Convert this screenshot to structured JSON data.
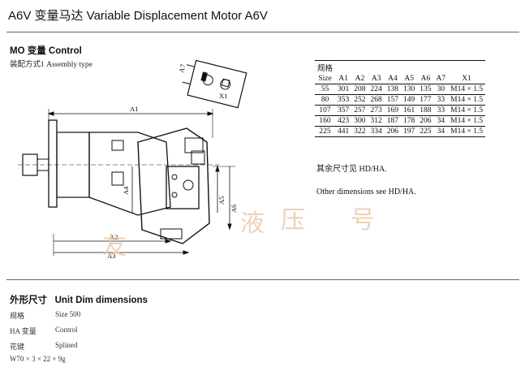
{
  "header": {
    "title": "A6V 变量马达 Variable Displacement Motor A6V"
  },
  "control": {
    "heading": "MO 变量 Control",
    "assembly_type": "装配方式1 Assembly type"
  },
  "drawing": {
    "labels": [
      "A1",
      "A2",
      "A3",
      "A4",
      "A5",
      "A6",
      "A7",
      "X1"
    ]
  },
  "table": {
    "header_label": "规格",
    "size_label": "Size",
    "columns": [
      "A1",
      "A2",
      "A3",
      "A4",
      "A5",
      "A6",
      "A7",
      "X1"
    ],
    "rows": [
      [
        "55",
        "301",
        "208",
        "224",
        "138",
        "130",
        "135",
        "30",
        "M14 × 1.5"
      ],
      [
        "80",
        "353",
        "252",
        "268",
        "157",
        "149",
        "177",
        "33",
        "M14 × 1.5"
      ],
      [
        "107",
        "357",
        "257",
        "273",
        "169",
        "161",
        "188",
        "33",
        "M14 × 1.5"
      ],
      [
        "160",
        "423",
        "300",
        "312",
        "187",
        "178",
        "206",
        "34",
        "M14 × 1.5"
      ],
      [
        "225",
        "441",
        "322",
        "334",
        "206",
        "197",
        "225",
        "34",
        "M14 × 1.5"
      ]
    ]
  },
  "notes": {
    "cn": "其余尺寸见 HD/HA.",
    "en": "Other dimensions see HD/HA."
  },
  "unit_dim": {
    "heading": "外形尺寸   Unit Dim dimensions",
    "specs": [
      {
        "label": "规格",
        "value": "Size  500"
      },
      {
        "label": "HA 变量",
        "value": "Control"
      },
      {
        "label": "花键",
        "value": "Splined"
      },
      {
        "label": "W70 × 3 × 22 × 9g",
        "value": ""
      }
    ]
  },
  "watermark": [
    "友",
    "液",
    "压",
    "号"
  ]
}
